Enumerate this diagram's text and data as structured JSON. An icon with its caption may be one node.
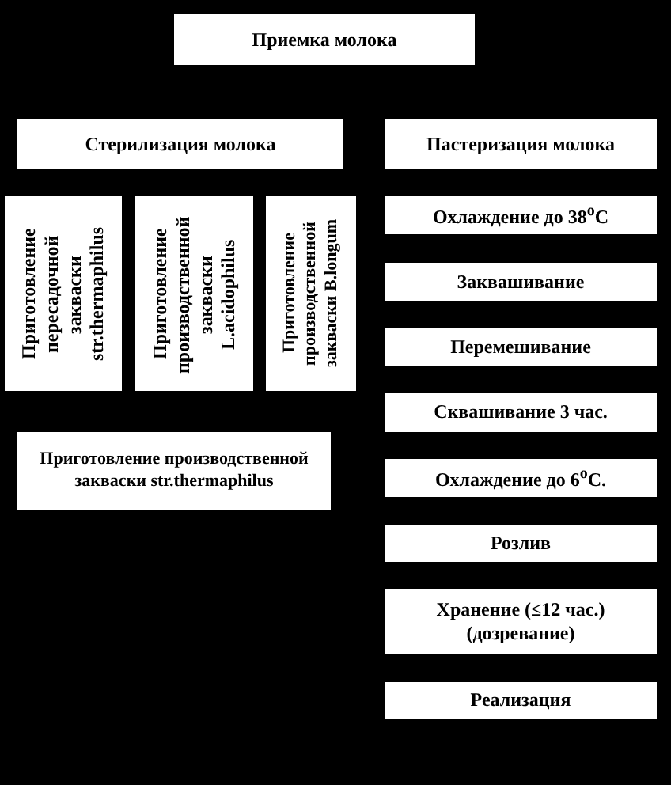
{
  "diagram": {
    "nodes": [
      {
        "text": [
          "Приемка молока"
        ]
      },
      {
        "text": [
          "Стерилизация молока"
        ]
      },
      {
        "text": [
          "Пастеризация молока"
        ]
      },
      {
        "text": [
          "Приготовление пересадочной закваски str.thermaphilus"
        ]
      },
      {
        "text": [
          "Приготовление производственной закваски L.acidophilus"
        ]
      },
      {
        "text": [
          "Приготовление производственной закваски B.longum"
        ]
      },
      {
        "text": [
          "Приготовление производственной закваски str.thermaphilus"
        ]
      },
      {
        "text": [
          "Охлаждение до 38$^{o}$С"
        ]
      },
      {
        "text": [
          "Заквашивание"
        ]
      },
      {
        "text": [
          "Перемешивание"
        ]
      },
      {
        "text": [
          "Сквашивание 3 час."
        ]
      },
      {
        "text": [
          "Охлаждение до 6$^{o}$С."
        ]
      },
      {
        "text": [
          "Розлив"
        ]
      },
      {
        "text": [
          "Хранение (≤12 час.) (дозревание)"
        ]
      },
      {
        "text": [
          "Реализация"
        ]
      }
    ]
  }
}
